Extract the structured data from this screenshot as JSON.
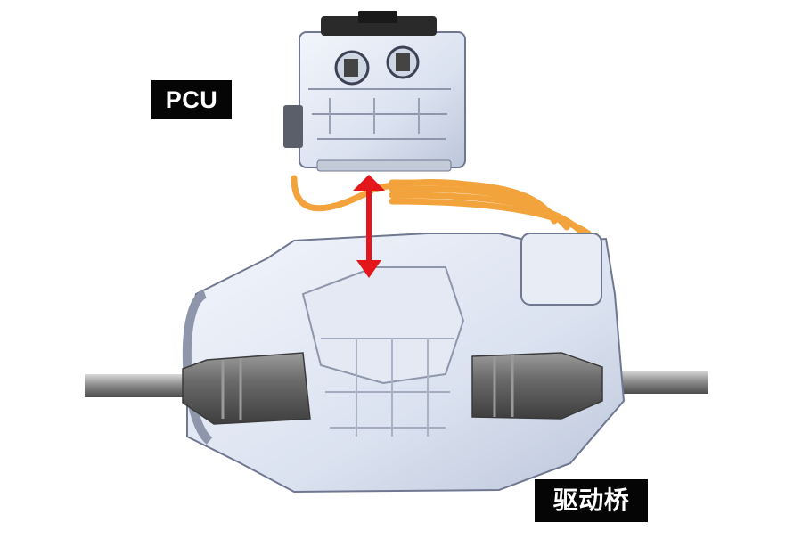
{
  "labels": {
    "pcu": "PCU",
    "drive_axle": "驱动桥"
  },
  "colors": {
    "background": "#ffffff",
    "casing": "#dfe6f3",
    "casing_shadow": "#b9c3d6",
    "cable": "#f3a33c",
    "arrow": "#e3161c",
    "boot": "#6c6c6c",
    "shaft": "#8a8a8a",
    "label_bg": "#050505",
    "label_text": "#ffffff"
  },
  "icons": {
    "arrow": "double-headed-arrow"
  }
}
